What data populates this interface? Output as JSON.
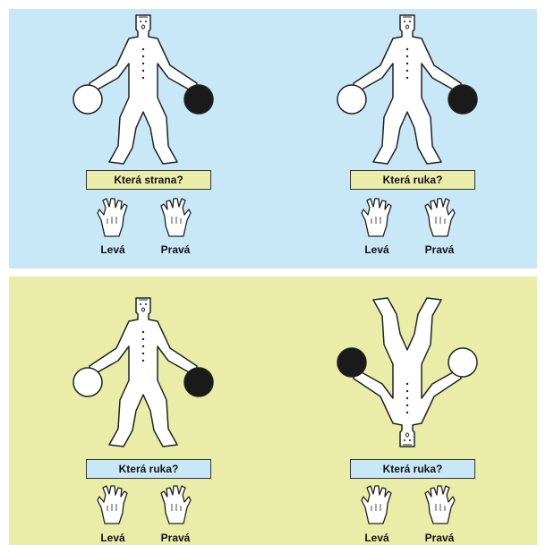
{
  "colors": {
    "top_panel_bg": "#c8e8f8",
    "bottom_panel_bg": "#e9eda8",
    "box_yellow": "#e9eda8",
    "box_blue": "#c8e8f8",
    "figure_fill": "#ffffff",
    "ball_dark": "#1a1a1a",
    "ball_light": "#ffffff",
    "outline": "#222222"
  },
  "panels": [
    {
      "cells": [
        {
          "question": "Která strana?",
          "left_label": "Levá",
          "right_label": "Pravá"
        },
        {
          "question": "Která ruka?",
          "left_label": "Levá",
          "right_label": "Pravá"
        }
      ]
    },
    {
      "cells": [
        {
          "question": "Která ruka?",
          "left_label": "Levá",
          "right_label": "Pravá"
        },
        {
          "question": "Která ruka?",
          "left_label": "Levá",
          "right_label": "Pravá"
        }
      ]
    }
  ],
  "icons": {
    "figure": "standing-man-figure-icon",
    "figure_inverted": "upside-down-man-figure-icon",
    "hand_left": "left-hand-icon",
    "hand_right": "right-hand-icon",
    "ball_dark": "black-ball-icon",
    "ball_light": "white-ball-icon"
  }
}
